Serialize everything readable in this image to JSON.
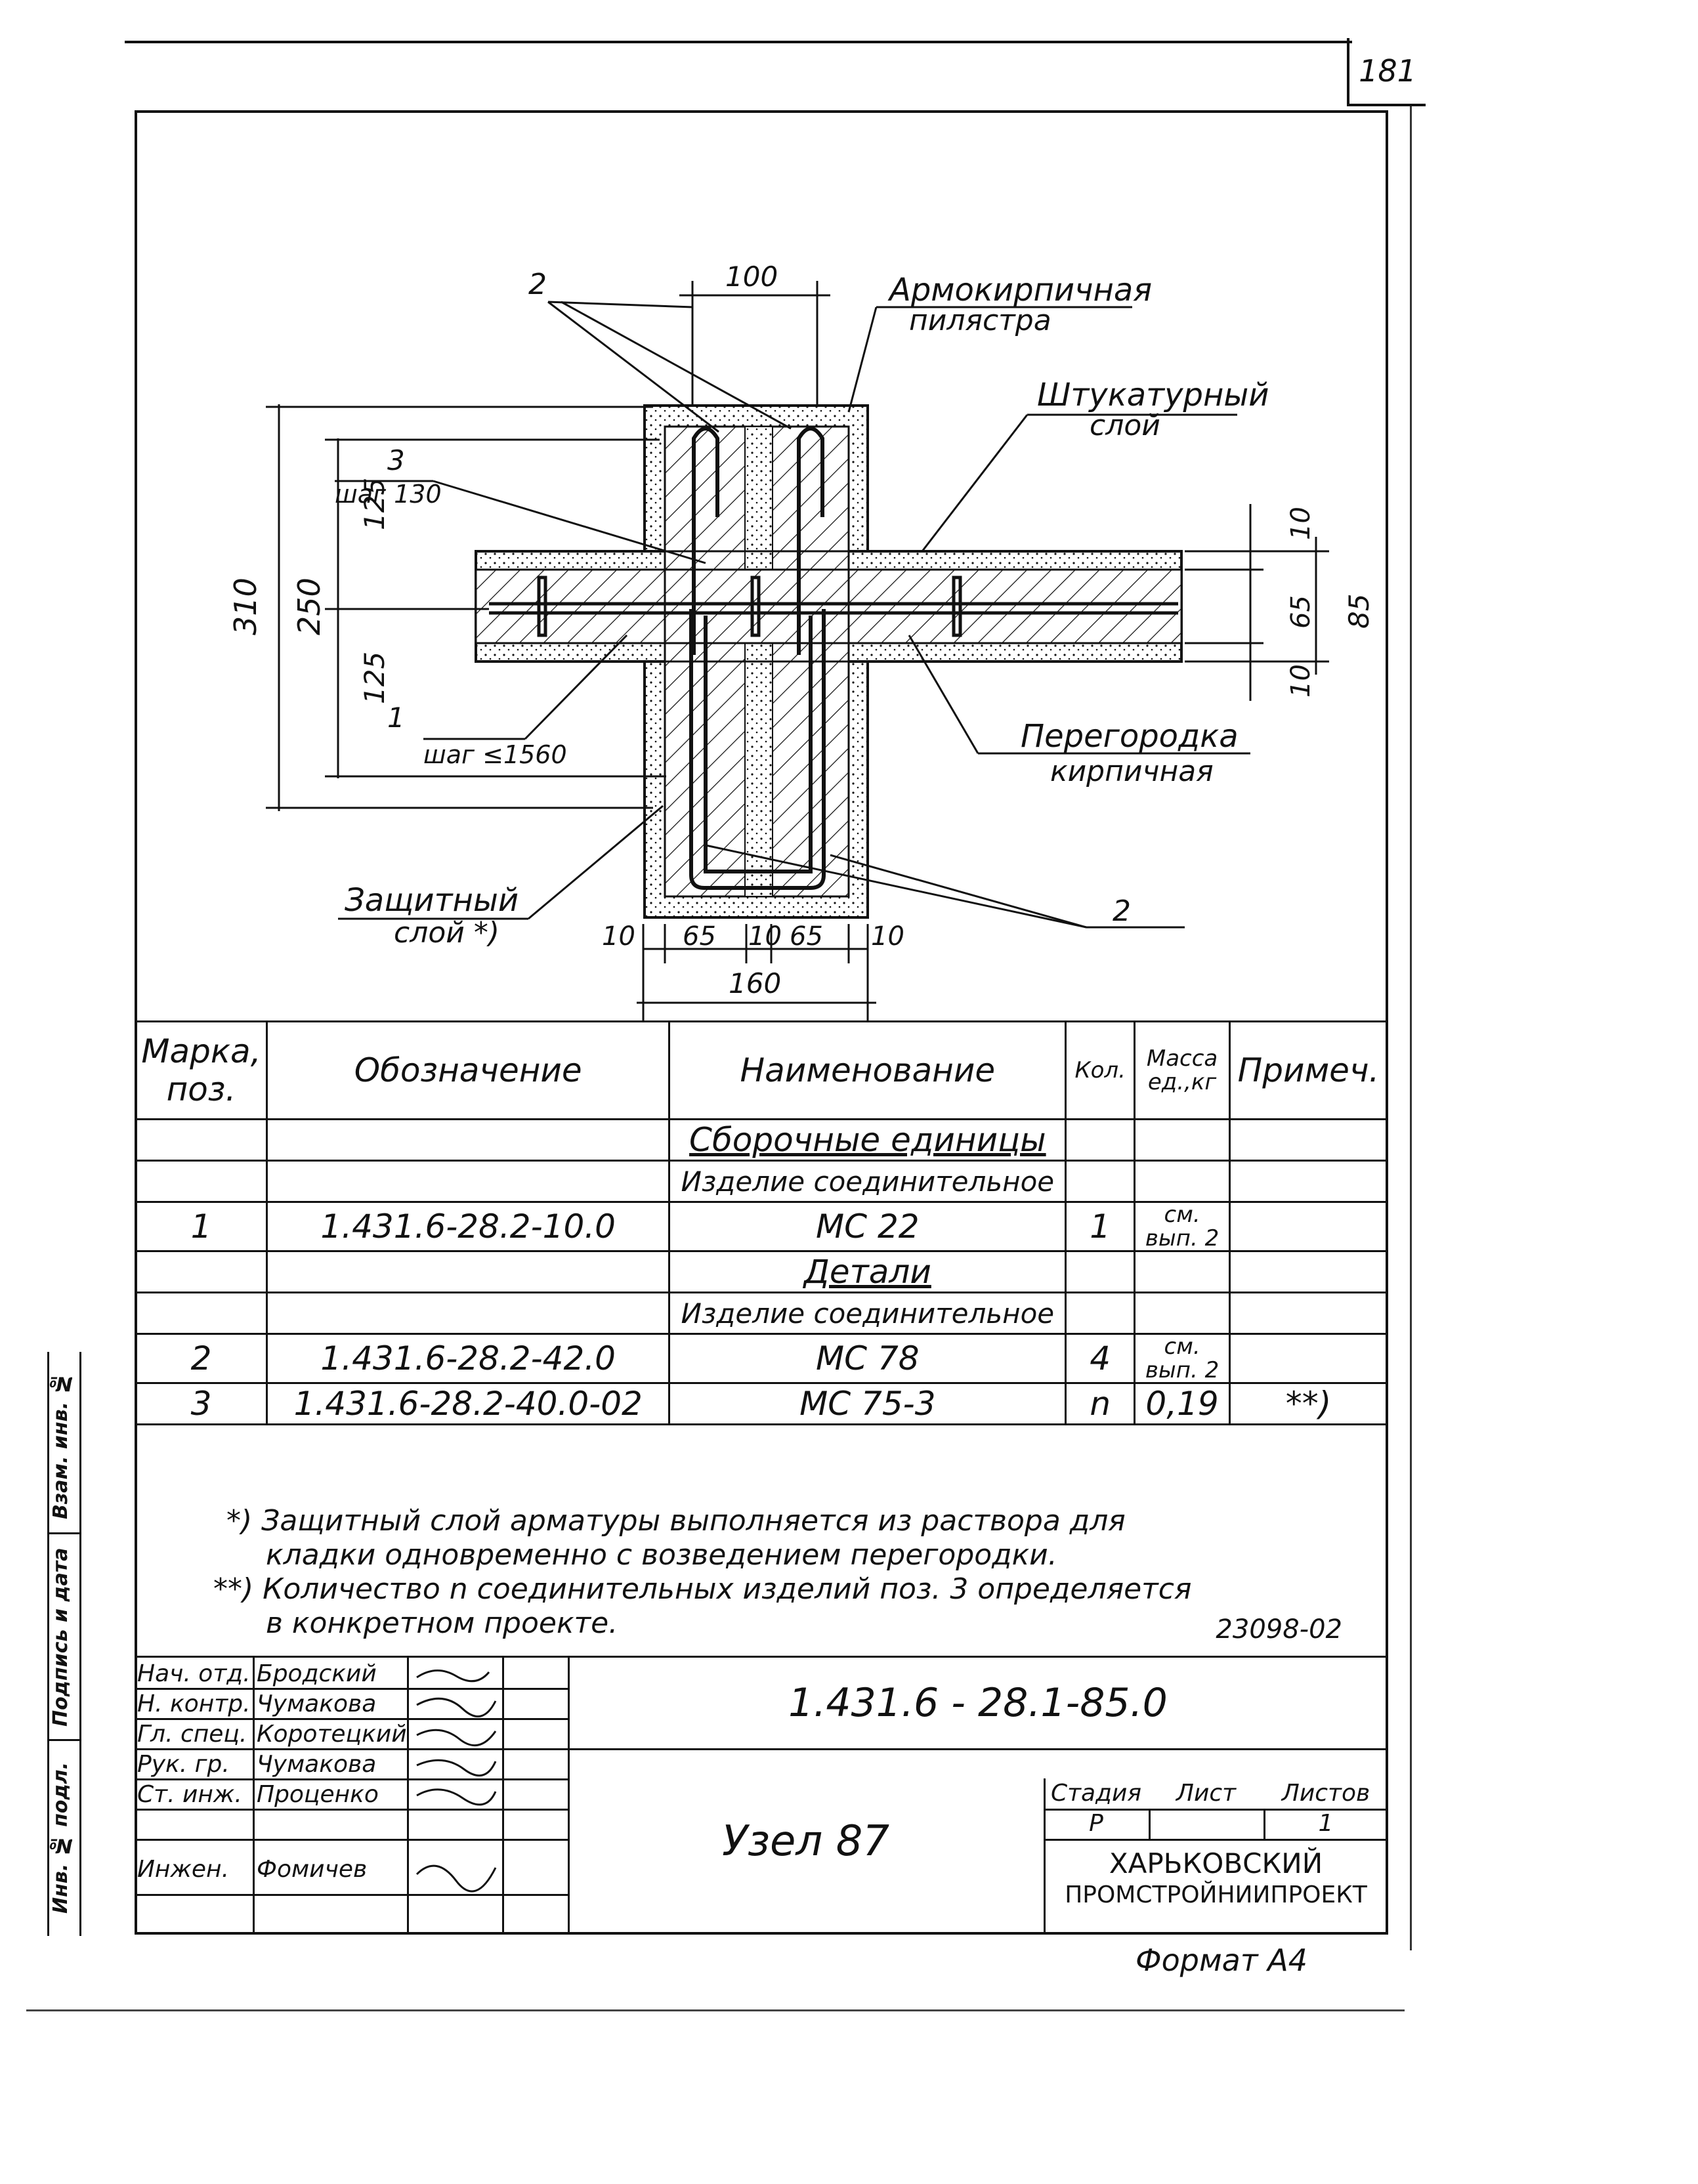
{
  "sheet_number": "181",
  "drawing": {
    "labels": {
      "wall_title_1": "Армокирпичная",
      "wall_title_2": "пилястра",
      "plaster_1": "Штукатурный",
      "plaster_2": "слой",
      "partition_1": "Перегородка",
      "partition_2": "кирпичная",
      "protect_1": "Защитный",
      "protect_2": "слой *)",
      "pos2_top": "2",
      "pos2_bottom": "2",
      "pos3": "3",
      "pos3_step": "шаг 130",
      "pos1": "1",
      "pos1_step": "шаг ≤1560"
    },
    "dims": {
      "top_100": "100",
      "d310": "310",
      "d250": "250",
      "d125a": "125",
      "d125b": "125",
      "d10a": "10",
      "d65": "65",
      "d10b": "10",
      "d85": "85",
      "b10a": "10",
      "b65a": "65",
      "b10m": "10",
      "b65b": "65",
      "b10b": "10",
      "b160": "160"
    }
  },
  "spec_table": {
    "headers": {
      "mark": "Марка, поз.",
      "designation": "Обозначение",
      "name": "Наименование",
      "qty": "Кол.",
      "mass": "Масса ед.,кг",
      "note": "Примеч."
    },
    "rows": [
      {
        "mark": "",
        "designation": "",
        "name": "Сборочные единицы",
        "qty": "",
        "mass": "",
        "note": "",
        "kind": "section"
      },
      {
        "mark": "",
        "designation": "",
        "name": "Изделие соединительное",
        "qty": "",
        "mass": "",
        "note": "",
        "kind": "text"
      },
      {
        "mark": "1",
        "designation": "1.431.6-28.2-10.0",
        "name": "МС 22",
        "qty": "1",
        "mass": "см. вып. 2",
        "note": "",
        "kind": "item"
      },
      {
        "mark": "",
        "designation": "",
        "name": "Детали",
        "qty": "",
        "mass": "",
        "note": "",
        "kind": "section"
      },
      {
        "mark": "",
        "designation": "",
        "name": "Изделие соединительное",
        "qty": "",
        "mass": "",
        "note": "",
        "kind": "text"
      },
      {
        "mark": "2",
        "designation": "1.431.6-28.2-42.0",
        "name": "МС 78",
        "qty": "4",
        "mass": "см. вып. 2",
        "note": "",
        "kind": "item"
      },
      {
        "mark": "3",
        "designation": "1.431.6-28.2-40.0-02",
        "name": "МС 75-3",
        "qty": "n",
        "mass": "0,19",
        "note": "**)",
        "kind": "item"
      }
    ]
  },
  "notes": {
    "n1_a": "*) Защитный слой арматуры выполняется из раствора для",
    "n1_b": "кладки одновременно с возведением перегородки.",
    "n2_a": "**) Количество n соединительных изделий поз. 3 определяется",
    "n2_b": "в конкретном проекте.",
    "inventory": "23098-02"
  },
  "title_block": {
    "signatures": [
      {
        "role": "Нач. отд.",
        "name": "Бродский"
      },
      {
        "role": "Н. контр.",
        "name": "Чумакова"
      },
      {
        "role": "Гл. спец.",
        "name": "Коротецкий"
      },
      {
        "role": "Рук. гр.",
        "name": "Чумакова"
      },
      {
        "role": "Ст. инж.",
        "name": "Проценко"
      },
      {
        "role": "",
        "name": ""
      },
      {
        "role": "Инжен.",
        "name": "Фомичев"
      }
    ],
    "doc_code": "1.431.6 - 28.1-85.0",
    "title": "Узел 87",
    "stage_label": "Стадия",
    "sheet_label": "Лист",
    "sheets_label": "Листов",
    "stage": "Р",
    "sheet": "",
    "sheets": "1",
    "org_1": "Харьковский",
    "org_2": "Промстройниипроект",
    "format": "Формат А4"
  },
  "side_stamp": {
    "inv_orig": "Инв. № подл.",
    "sign_date": "Подпись и дата",
    "replace_inv": "Взам. инв. №"
  }
}
